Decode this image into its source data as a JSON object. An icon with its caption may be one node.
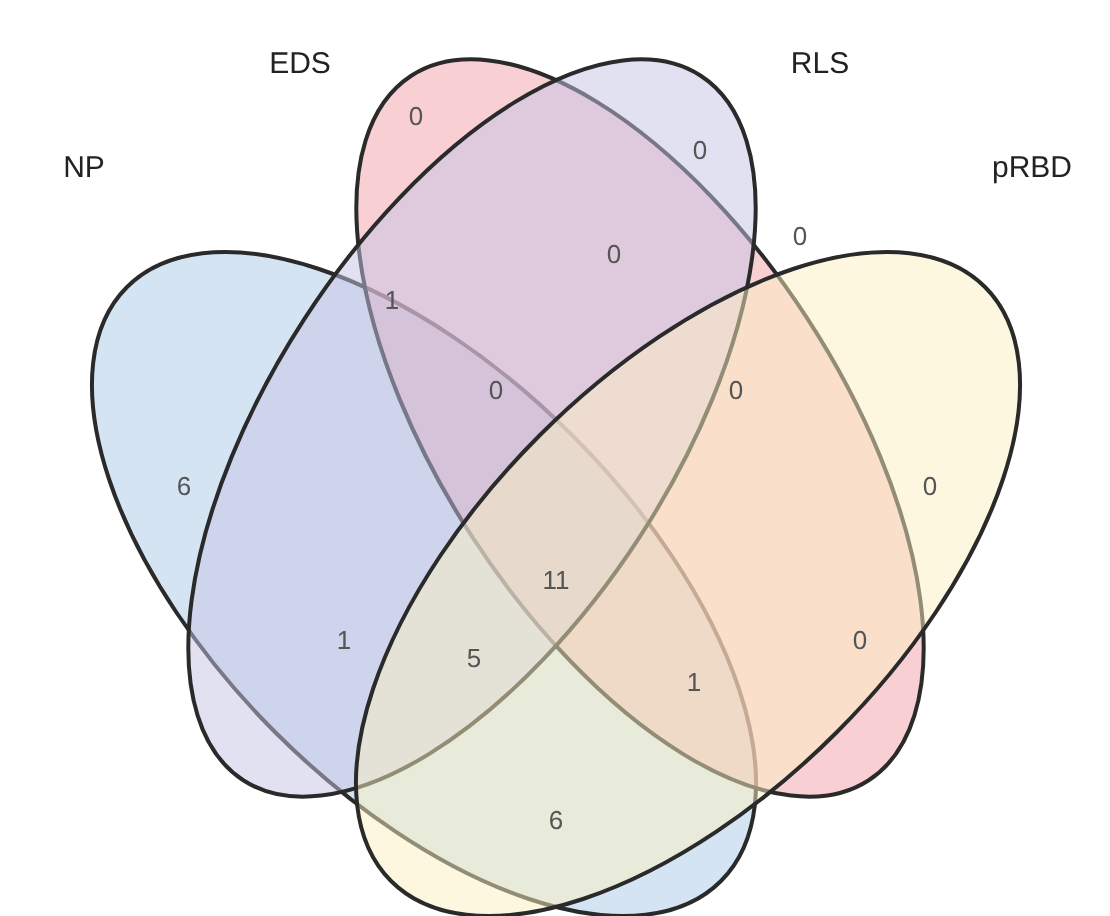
{
  "diagram": {
    "nodes": [
      {
        "text": [
          "NP"
        ]
      },
      {
        "text": [
          "EDS"
        ]
      },
      {
        "text": [
          "RLS"
        ]
      },
      {
        "text": [
          "pRBD"
        ]
      }
    ],
    "labels": [
      "0",
      "0",
      "1",
      "0",
      "0",
      "0",
      "0",
      "6",
      "0",
      "11",
      "1",
      "0",
      "5",
      "1",
      "6"
    ]
  }
}
